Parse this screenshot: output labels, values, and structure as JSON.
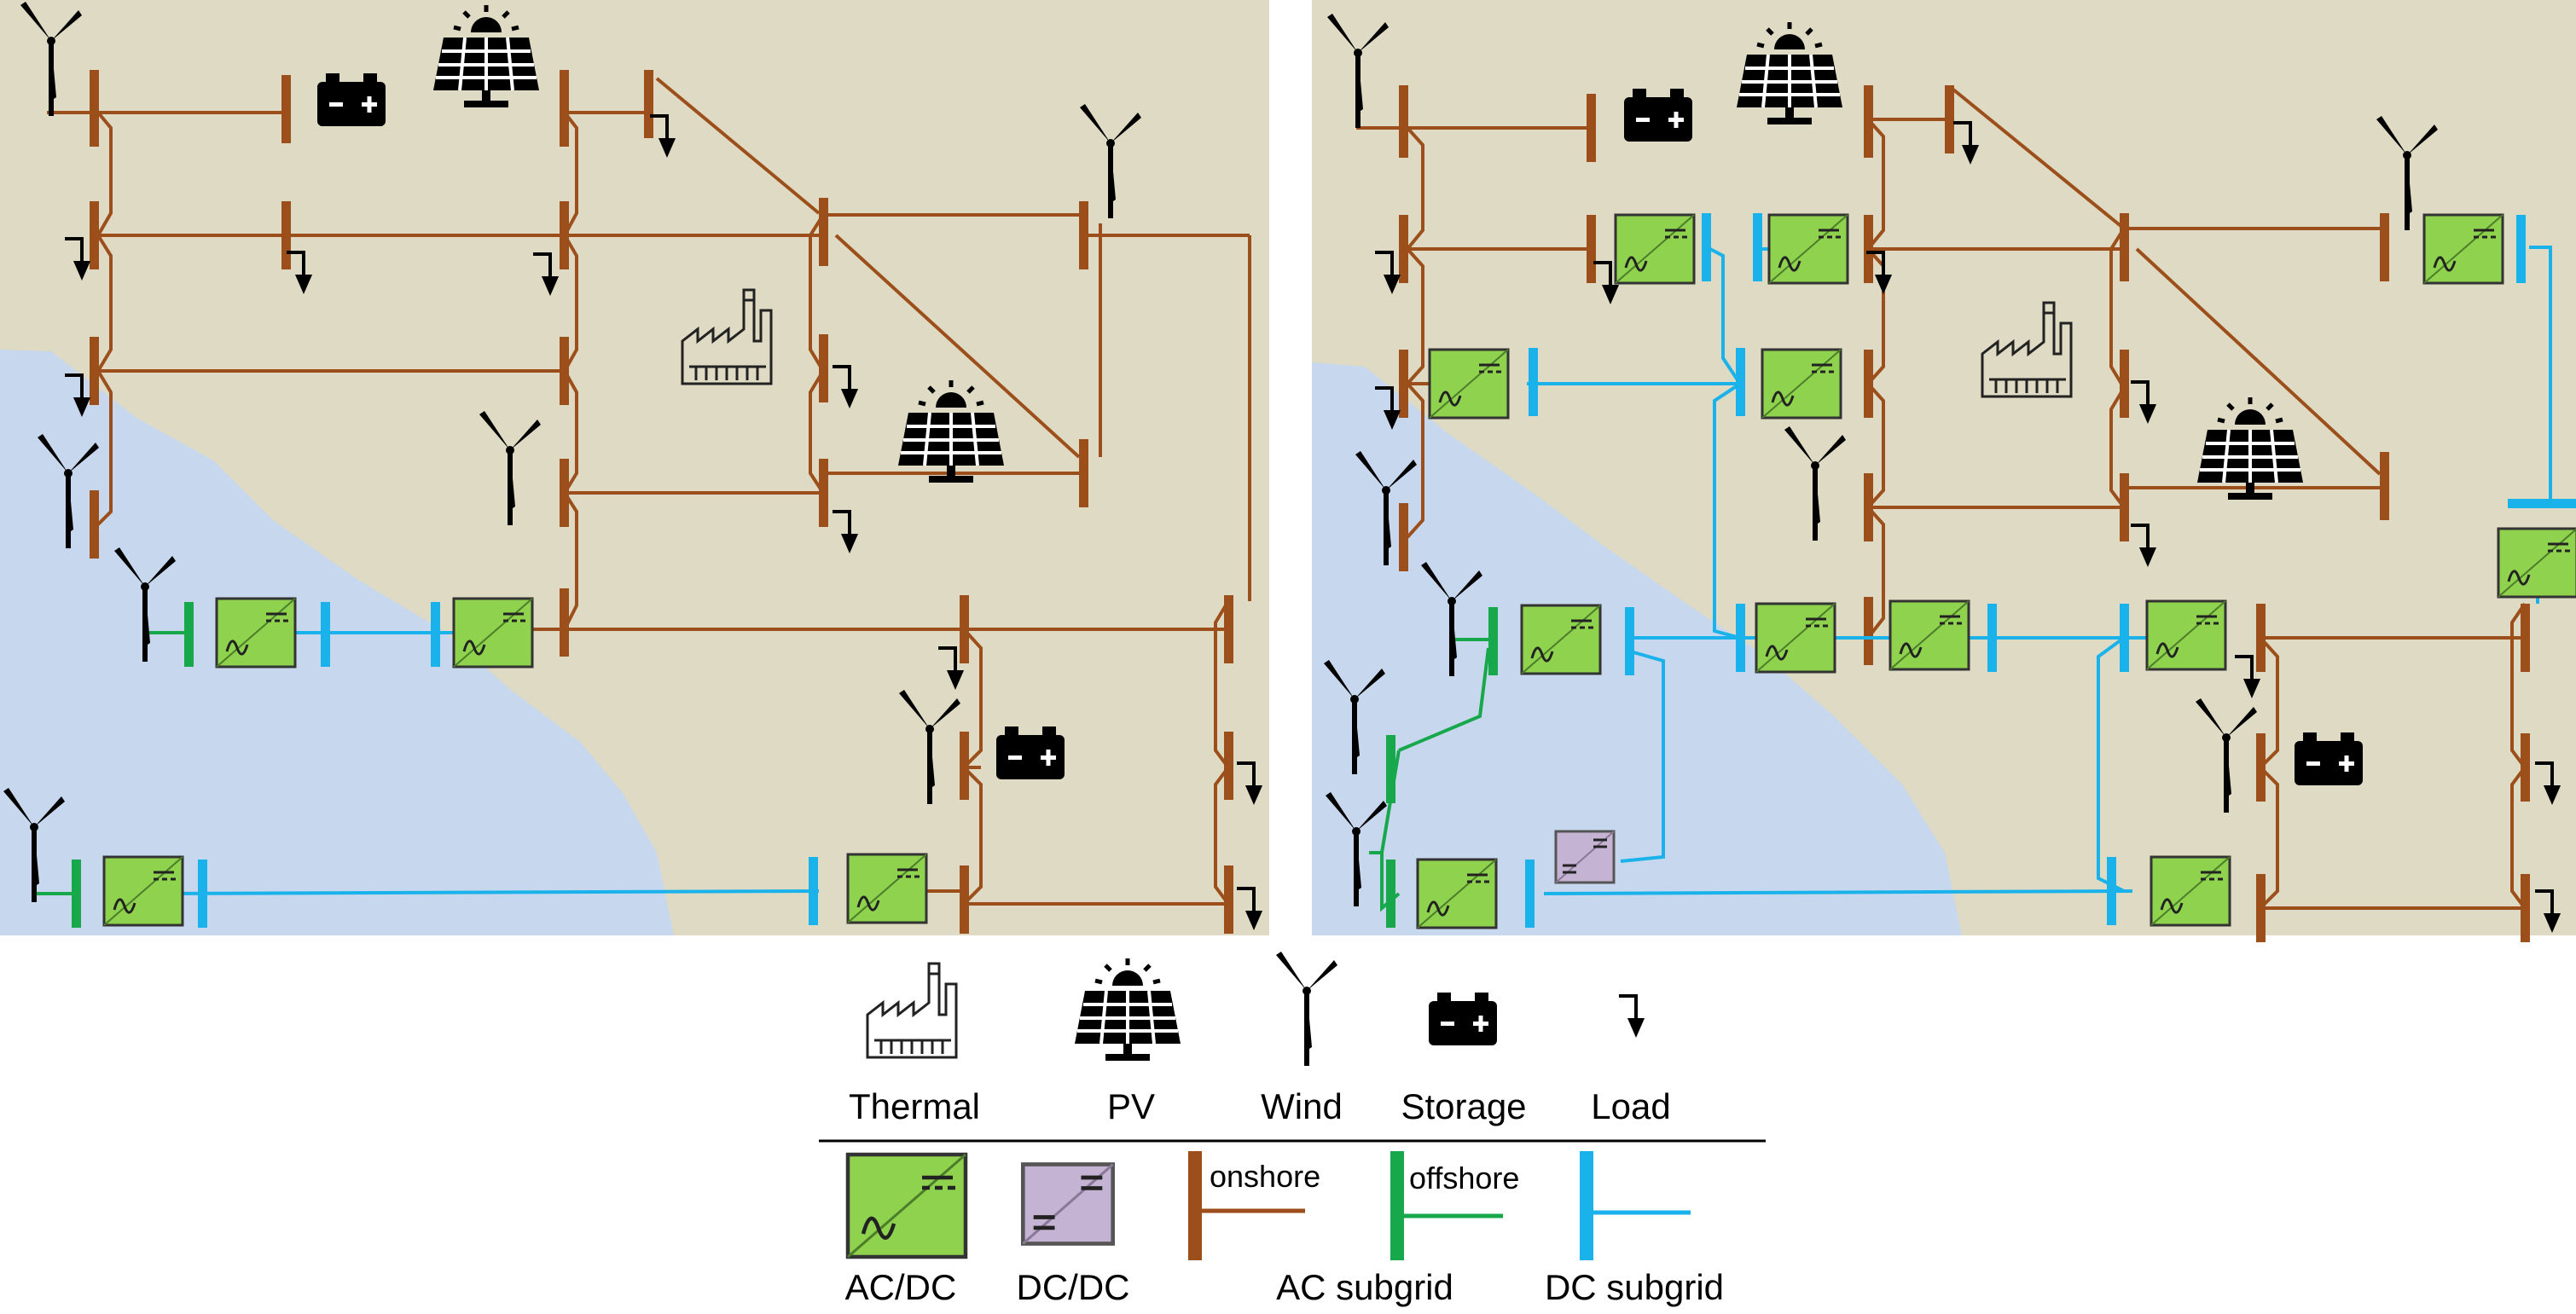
{
  "panels": [
    {
      "name": "panel-ac-only",
      "description_shown": false
    },
    {
      "name": "panel-hybrid-ac-dc",
      "description_shown": false
    }
  ],
  "colors": {
    "background": "#ffffff",
    "land": "#dedac3",
    "sea": "#c6d7ee",
    "ac_onshore": "#9c4f1a",
    "ac_offshore": "#16a84a",
    "dc": "#1ab2ea",
    "converter_acdc_fill": "#8ed24e",
    "converter_dcdc_fill": "#c5b3d4",
    "icon": "#000000"
  },
  "legend": {
    "thermal": "Thermal",
    "pv": "PV",
    "wind": "Wind",
    "storage": "Storage",
    "load": "Load",
    "acdc": "AC/DC",
    "dcdc": "DC/DC",
    "onshore": "onshore",
    "offshore": "offshore",
    "ac_subgrid": "AC subgrid",
    "dc_subgrid": "DC subgrid"
  },
  "icons": [
    "thermal-plant-icon",
    "solar-panel-icon",
    "wind-turbine-icon",
    "battery-icon",
    "load-arrow-icon"
  ]
}
